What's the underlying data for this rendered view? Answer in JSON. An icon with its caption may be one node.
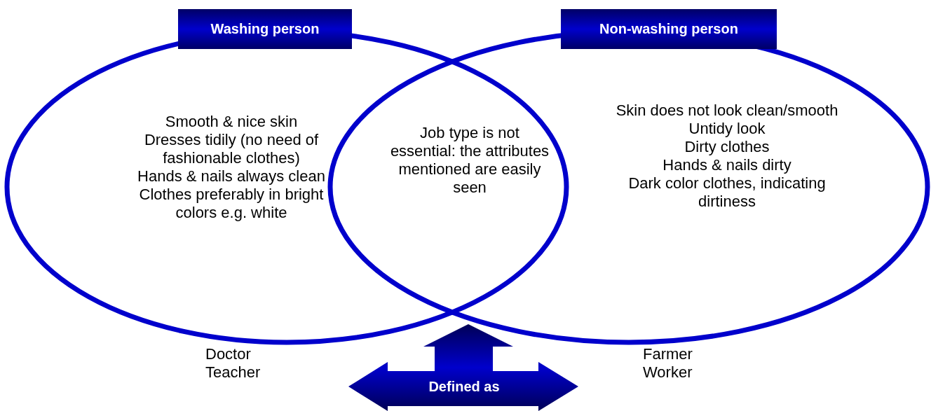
{
  "diagram": {
    "nodes": [
      {
        "text": [
          "Washing person",
          "Smooth & nice skin",
          "Dresses tidily (no need of fashionable clothes)",
          "Hands & nails always clean",
          "Clothes preferably in bright colors e.g. white"
        ]
      },
      {
        "text": [
          "Non-washing person",
          "Skin does not look clean/smooth",
          "Untidy look",
          "Dirty clothes",
          "Hands & nails dirty",
          "Dark color clothes, indicating dirtiness"
        ]
      },
      {
        "text": [
          "Job type is not essential: the attributes mentioned are easily seen"
        ]
      },
      {
        "text": [
          "Defined as"
        ]
      }
    ],
    "edges": [],
    "labels": [
      "Doctor",
      "Teacher",
      "Farmer",
      "Worker"
    ]
  }
}
